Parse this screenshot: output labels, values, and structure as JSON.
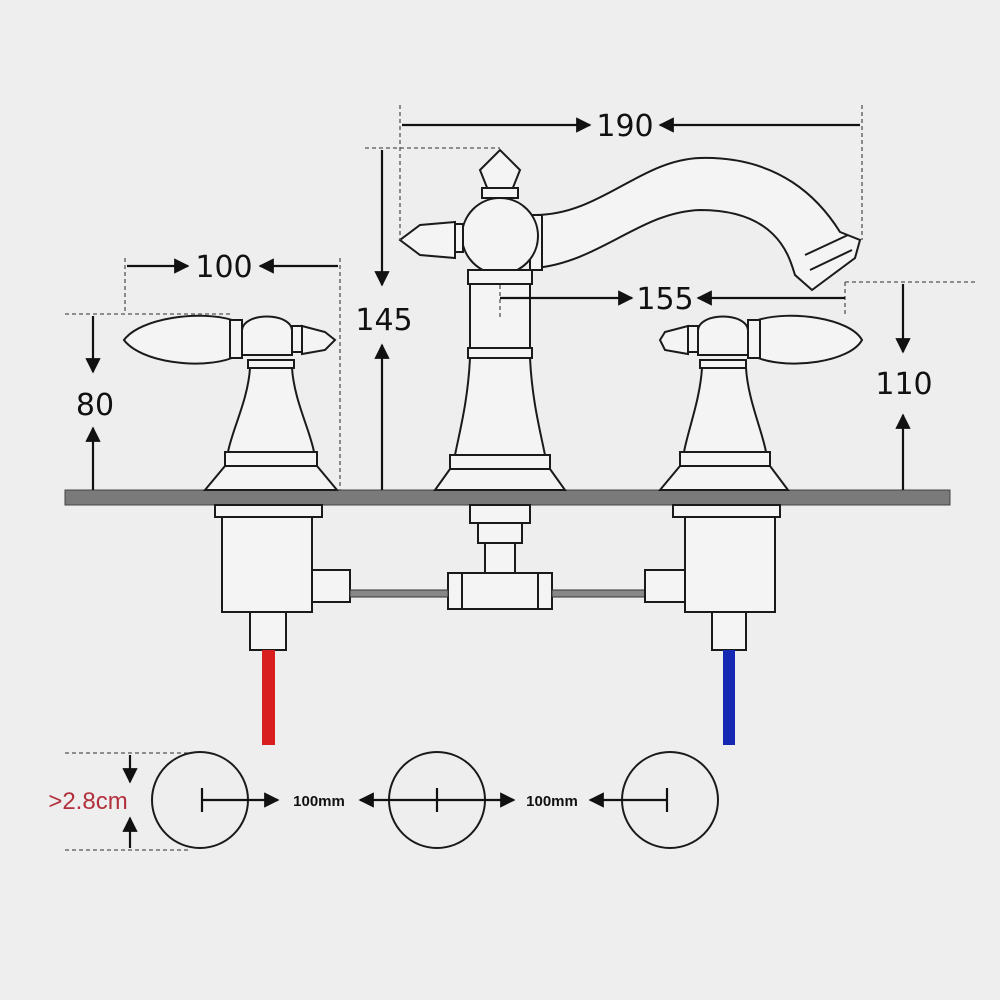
{
  "dimensions": {
    "spout_width": "190",
    "handle_spread": "100",
    "faucet_height": "145",
    "handle_height": "80",
    "spout_reach": "155",
    "spout_clearance": "110"
  },
  "holes": {
    "diameter": ">2.8cm",
    "spacing_left": "100mm",
    "spacing_right": "100mm"
  },
  "colors": {
    "hot": "#d81e1e",
    "cold": "#1428b4",
    "countertop": "#7a7a7a",
    "background": "#eeeeee",
    "diameter_label": "#b2303c"
  }
}
